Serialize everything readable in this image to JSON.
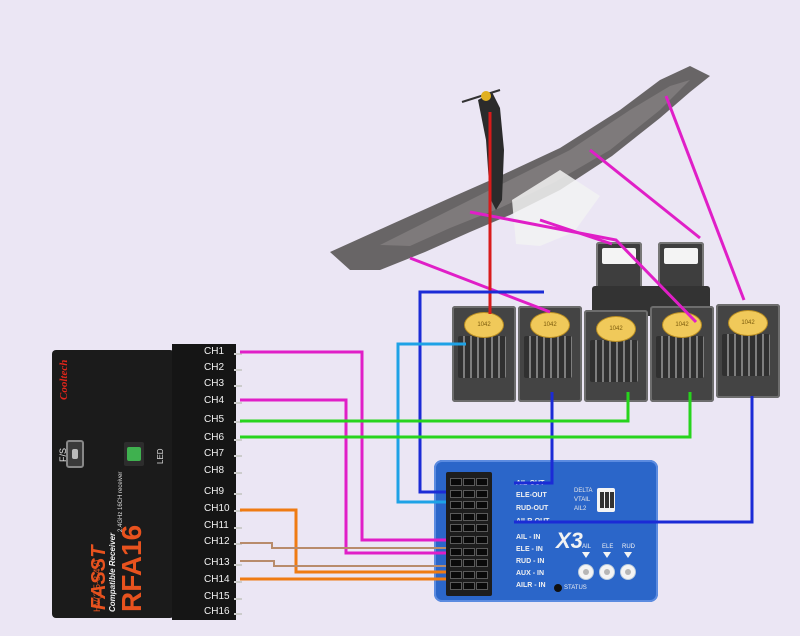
{
  "receiver": {
    "brand": "Cooltech",
    "model": "RFA16",
    "tagline": "2.4GHz 16CH receiver",
    "protocol": "FASST",
    "compat": "Compatible Receiver",
    "voltage": "HV(3.5-8.4V)",
    "fs_label": "F/S",
    "led_label": "LED",
    "channels": [
      "CH1",
      "CH2",
      "CH3",
      "CH4",
      "CH5",
      "CH6",
      "CH7",
      "CH8",
      "CH9",
      "CH10",
      "CH11",
      "CH12",
      "CH13",
      "CH14",
      "CH15",
      "CH16"
    ]
  },
  "gyro": {
    "labels_out": [
      "AIL-OUT",
      "ELE-OUT",
      "RUD-OUT",
      "AILR-OUT"
    ],
    "labels_in": [
      "AIL - IN",
      "ELE - IN",
      "RUD - IN",
      "AUX - IN",
      "AILR - IN"
    ],
    "switch_labels": [
      "DELTA",
      "VTAIL",
      "AIL2"
    ],
    "logo": "X3",
    "pot_labels": [
      "AIL",
      "ELE",
      "RUD"
    ],
    "status": "STATUS"
  },
  "servos": {
    "horn_label": "1042"
  },
  "colors": {
    "magenta": "#e01fc7",
    "red": "#d81b1b",
    "green": "#27d41d",
    "light_blue": "#1ea2e6",
    "dark_blue": "#1b2bd6",
    "orange": "#ef7b12",
    "tan": "#b88b6b"
  }
}
